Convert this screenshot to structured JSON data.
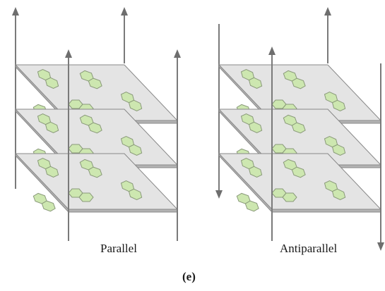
{
  "labels": {
    "parallel": "Parallel",
    "antiparallel": "Antiparallel",
    "panel": "(e)"
  },
  "panels": [
    {
      "name": "parallel",
      "layers": 3,
      "arrow_directions": [
        "up",
        "up",
        "up",
        "up"
      ]
    },
    {
      "name": "antiparallel",
      "layers": 3,
      "arrow_directions": [
        "down",
        "up",
        "up",
        "down"
      ]
    }
  ],
  "colors": {
    "sheet_fill": "#e4e4e4",
    "sheet_edge": "#888888",
    "sheet_side": "#b3b3b3",
    "hexagon_fill": "#cde7b0",
    "hexagon_stroke": "#8a9a7a",
    "pole": "#7a7a7a",
    "arrow": "#6e6e6e"
  },
  "icons": {
    "molecule": "fused-hexagon-pair-icon",
    "arrow_up": "arrow-up-icon",
    "arrow_down": "arrow-down-icon"
  }
}
